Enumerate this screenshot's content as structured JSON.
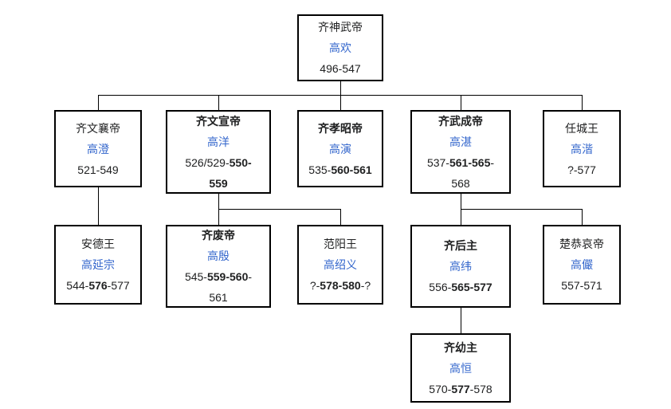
{
  "colors": {
    "link_blue": "#3366cc",
    "line_black": "#000000",
    "text": "#202122",
    "background": "#ffffff"
  },
  "nodes": [
    {
      "id": "gaohuan",
      "title": "齐神武帝",
      "title_bold": false,
      "name": "高欢",
      "date_lines": [
        [
          {
            "t": "496-547",
            "b": false
          }
        ]
      ]
    },
    {
      "id": "gaocheng",
      "title": "齐文襄帝",
      "title_bold": false,
      "name": "高澄",
      "date_lines": [
        [
          {
            "t": "521-549",
            "b": false
          }
        ]
      ]
    },
    {
      "id": "gaoyang",
      "title": "齐文宣帝",
      "title_bold": true,
      "name": "高洋",
      "date_lines": [
        [
          {
            "t": "526/529-",
            "b": false
          },
          {
            "t": "550-",
            "b": true
          }
        ],
        [
          {
            "t": "559",
            "b": true
          }
        ]
      ]
    },
    {
      "id": "gaoyan",
      "title": "齐孝昭帝",
      "title_bold": true,
      "name": "高演",
      "date_lines": [
        [
          {
            "t": "535-",
            "b": false
          },
          {
            "t": "560-561",
            "b": true
          }
        ]
      ]
    },
    {
      "id": "gaozhan",
      "title": "齐武成帝",
      "title_bold": true,
      "name": "高湛",
      "date_lines": [
        [
          {
            "t": "537-",
            "b": false
          },
          {
            "t": "561-565",
            "b": true
          },
          {
            "t": "-",
            "b": false
          }
        ],
        [
          {
            "t": "568",
            "b": false
          }
        ]
      ]
    },
    {
      "id": "gaojie",
      "title": "任城王",
      "title_bold": false,
      "name": "高湝",
      "date_lines": [
        [
          {
            "t": "?-577",
            "b": false
          }
        ]
      ]
    },
    {
      "id": "gaoyanzong",
      "title": "安德王",
      "title_bold": false,
      "name": "高延宗",
      "date_lines": [
        [
          {
            "t": "544-",
            "b": false
          },
          {
            "t": "576",
            "b": true
          },
          {
            "t": "-577",
            "b": false
          }
        ]
      ]
    },
    {
      "id": "gaoyin",
      "title": "齐废帝",
      "title_bold": true,
      "name": "高殷",
      "date_lines": [
        [
          {
            "t": "545-",
            "b": false
          },
          {
            "t": "559-560",
            "b": true
          },
          {
            "t": "-",
            "b": false
          }
        ],
        [
          {
            "t": "561",
            "b": false
          }
        ]
      ]
    },
    {
      "id": "gaoshaoyi",
      "title": "范阳王",
      "title_bold": false,
      "name": "高绍义",
      "date_lines": [
        [
          {
            "t": "?-",
            "b": false
          },
          {
            "t": "578-580",
            "b": true
          },
          {
            "t": "-?",
            "b": false
          }
        ]
      ]
    },
    {
      "id": "gaowei",
      "title": "齐后主",
      "title_bold": true,
      "name": "高纬",
      "date_lines": [
        [
          {
            "t": "556-",
            "b": false
          },
          {
            "t": "565-577",
            "b": true
          }
        ]
      ]
    },
    {
      "id": "gaoyan2",
      "title": "楚恭哀帝",
      "title_bold": false,
      "name": "高儼",
      "date_lines": [
        [
          {
            "t": "557-571",
            "b": false
          }
        ]
      ]
    },
    {
      "id": "gaoheng",
      "title": "齐幼主",
      "title_bold": true,
      "name": "高恒",
      "date_lines": [
        [
          {
            "t": "570-",
            "b": false
          },
          {
            "t": "577",
            "b": true
          },
          {
            "t": "-578",
            "b": false
          }
        ]
      ]
    }
  ],
  "relations": [
    {
      "parent": "高欢",
      "children": [
        "高澄",
        "高洋",
        "高演",
        "高湛",
        "高湝"
      ]
    },
    {
      "parent": "高澄",
      "children": [
        "高延宗"
      ]
    },
    {
      "parent": "高洋",
      "children": [
        "高殷",
        "高绍义"
      ]
    },
    {
      "parent": "高湛",
      "children": [
        "高纬",
        "高儼"
      ]
    },
    {
      "parent": "高纬",
      "children": [
        "高恒"
      ]
    }
  ]
}
